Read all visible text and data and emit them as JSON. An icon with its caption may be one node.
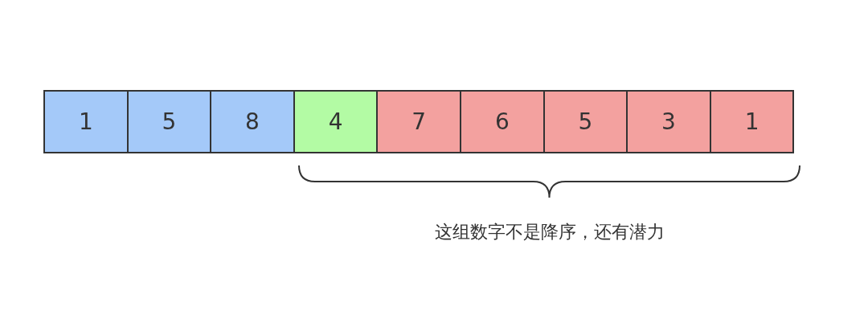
{
  "diagram": {
    "nodes": [
      {
        "text": [
          "1"
        ]
      },
      {
        "text": [
          "5"
        ]
      },
      {
        "text": [
          "8"
        ]
      },
      {
        "text": [
          "4"
        ]
      },
      {
        "text": [
          "7"
        ]
      },
      {
        "text": [
          "6"
        ]
      },
      {
        "text": [
          "5"
        ]
      },
      {
        "text": [
          "3"
        ]
      },
      {
        "text": [
          "1"
        ]
      }
    ],
    "labels": [
      "这组数字不是降序，还有潜力"
    ]
  }
}
